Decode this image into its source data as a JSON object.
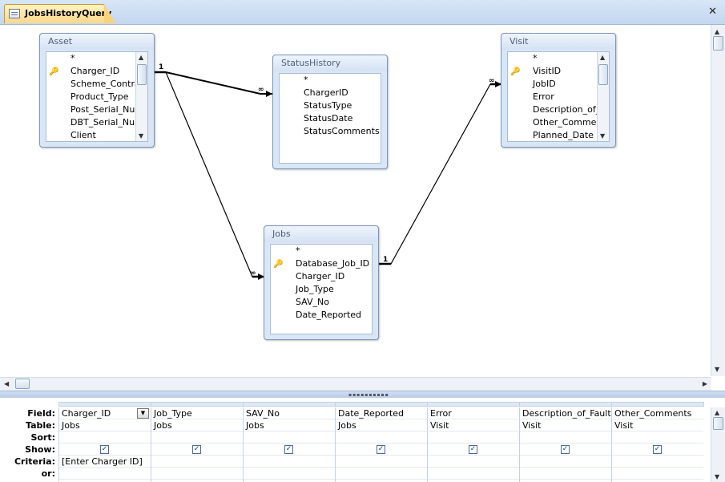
{
  "tab": {
    "title": "JobsHistoryQuery",
    "icon": "query-icon"
  },
  "tables": {
    "asset": {
      "title": "Asset",
      "fields": [
        "*",
        "Charger_ID",
        "Scheme_Contra",
        "Product_Type",
        "Post_Serial_Num",
        "DBT_Serial_Num",
        "Client"
      ]
    },
    "status_history": {
      "title": "StatusHistory",
      "fields": [
        "*",
        "ChargerID",
        "StatusType",
        "StatusDate",
        "StatusComments"
      ]
    },
    "visit": {
      "title": "Visit",
      "fields": [
        "*",
        "VisitID",
        "JobID",
        "Error",
        "Description_of_",
        "Other_Commen",
        "Planned_Date"
      ]
    },
    "jobs": {
      "title": "Jobs",
      "fields": [
        "*",
        "Database_Job_ID",
        "Charger_ID",
        "Job_Type",
        "SAV_No",
        "Date_Reported"
      ]
    }
  },
  "join_labels": {
    "one": "1",
    "many": "∞"
  },
  "grid": {
    "row_headers": {
      "field": "Field:",
      "table": "Table:",
      "sort": "Sort:",
      "show": "Show:",
      "criteria": "Criteria:",
      "or": "or:"
    },
    "columns": [
      {
        "field": "Charger_ID",
        "table": "Jobs",
        "show": true,
        "criteria": "[Enter Charger ID]"
      },
      {
        "field": "Job_Type",
        "table": "Jobs",
        "show": true,
        "criteria": ""
      },
      {
        "field": "SAV_No",
        "table": "Jobs",
        "show": true,
        "criteria": ""
      },
      {
        "field": "Date_Reported",
        "table": "Jobs",
        "show": true,
        "criteria": ""
      },
      {
        "field": "Error",
        "table": "Visit",
        "show": true,
        "criteria": ""
      },
      {
        "field": "Description_of_Fault",
        "table": "Visit",
        "show": true,
        "criteria": ""
      },
      {
        "field": "Other_Comments",
        "table": "Visit",
        "show": true,
        "criteria": ""
      }
    ]
  }
}
